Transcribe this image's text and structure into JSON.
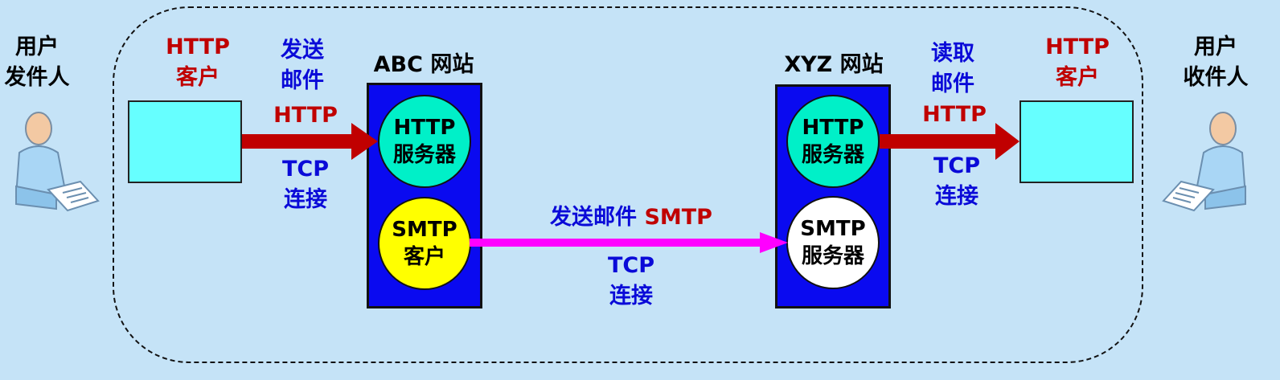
{
  "sender": {
    "role_line1": "用户",
    "role_line2": "发件人"
  },
  "receiver": {
    "role_line1": "用户",
    "role_line2": "收件人"
  },
  "left_client": {
    "line1": "HTTP",
    "line2": "客户"
  },
  "right_client": {
    "line1": "HTTP",
    "line2": "客户"
  },
  "send_link": {
    "action_line1": "发送",
    "action_line2": "邮件",
    "protocol": "HTTP",
    "transport_line1": "TCP",
    "transport_line2": "连接"
  },
  "read_link": {
    "action_line1": "读取",
    "action_line2": "邮件",
    "protocol": "HTTP",
    "transport_line1": "TCP",
    "transport_line2": "连接"
  },
  "abc_site": {
    "title": "ABC 网站",
    "top_circle_line1": "HTTP",
    "top_circle_line2": "服务器",
    "bottom_circle_line1": "SMTP",
    "bottom_circle_line2": "客户"
  },
  "xyz_site": {
    "title": "XYZ 网站",
    "top_circle_line1": "HTTP",
    "top_circle_line2": "服务器",
    "bottom_circle_line1": "SMTP",
    "bottom_circle_line2": "服务器"
  },
  "smtp_link": {
    "action": "发送邮件",
    "protocol": "SMTP",
    "transport_line1": "TCP",
    "transport_line2": "连接"
  },
  "colors": {
    "background": "#c5e3f7",
    "client_box": "#66ffff",
    "panel": "#0a0af0",
    "http_server": "#00f0c8",
    "smtp_client": "#ffff00",
    "smtp_server": "#ffffff",
    "http_arrow": "#c00000",
    "smtp_arrow": "#ff00ff",
    "protocol_text": "#c00000",
    "action_text": "#0a0ad8"
  },
  "icons": [
    "user-at-computer-icon",
    "user-at-computer-icon"
  ]
}
